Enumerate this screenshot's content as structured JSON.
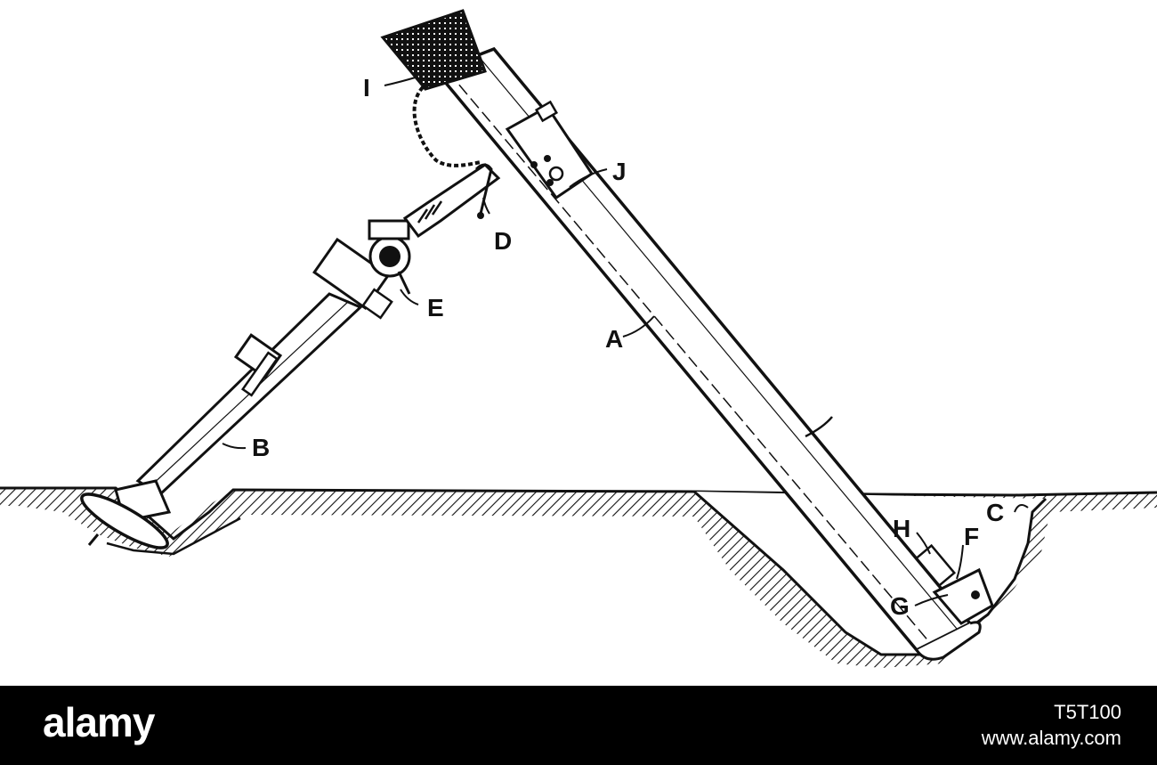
{
  "diagram": {
    "labels": {
      "A": "A",
      "B": "B",
      "C": "C",
      "D": "D",
      "E": "E",
      "F": "F",
      "G": "G",
      "H": "H",
      "I": "I",
      "J": "J"
    },
    "ink_color": "#111111",
    "background_color": "#ffffff"
  },
  "footer": {
    "brand": "alamy",
    "image_id": "T5T100",
    "site": "www.alamy.com",
    "background_color": "#000000",
    "text_color": "#ffffff"
  }
}
